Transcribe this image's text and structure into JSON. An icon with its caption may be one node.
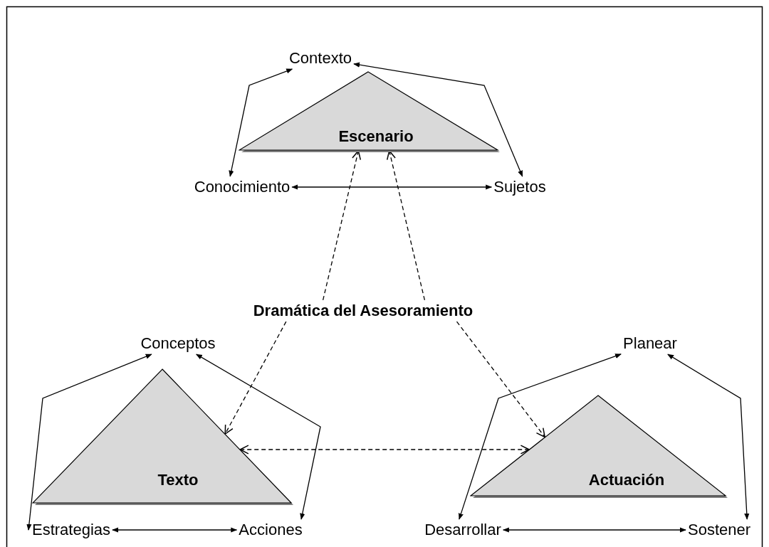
{
  "diagram": {
    "nodes": [
      {
        "text": [
          "Escenario"
        ]
      },
      {
        "text": [
          "Contexto"
        ]
      },
      {
        "text": [
          "Conocimiento"
        ]
      },
      {
        "text": [
          "Sujetos"
        ]
      },
      {
        "text": [
          "Dramática del Asesoramiento"
        ]
      },
      {
        "text": [
          "Texto"
        ]
      },
      {
        "text": [
          "Conceptos"
        ]
      },
      {
        "text": [
          "Estrategias"
        ]
      },
      {
        "text": [
          "Acciones"
        ]
      },
      {
        "text": [
          "Actuación"
        ]
      },
      {
        "text": [
          "Planear"
        ]
      },
      {
        "text": [
          "Desarrollar"
        ]
      },
      {
        "text": [
          "Sostener"
        ]
      }
    ],
    "edges": [
      {
        "from": 1,
        "to": 2,
        "arrow": "both"
      },
      {
        "from": 1,
        "to": 3,
        "arrow": "both"
      },
      {
        "from": 2,
        "to": 3,
        "arrow": "both"
      },
      {
        "from": 4,
        "to": 0,
        "arrow": "to",
        "style": "dashed"
      },
      {
        "from": 4,
        "to": 0,
        "arrow": "to",
        "style": "dashed"
      },
      {
        "from": 4,
        "to": 5,
        "arrow": "to",
        "style": "dashed"
      },
      {
        "from": 4,
        "to": 9,
        "arrow": "to",
        "style": "dashed"
      },
      {
        "from": 5,
        "to": 9,
        "arrow": "both",
        "style": "dashed"
      },
      {
        "from": 6,
        "to": 7,
        "arrow": "both"
      },
      {
        "from": 6,
        "to": 8,
        "arrow": "both"
      },
      {
        "from": 7,
        "to": 8,
        "arrow": "both"
      },
      {
        "from": 10,
        "to": 11,
        "arrow": "both"
      },
      {
        "from": 10,
        "to": 12,
        "arrow": "both"
      },
      {
        "from": 11,
        "to": 12,
        "arrow": "both"
      }
    ]
  }
}
